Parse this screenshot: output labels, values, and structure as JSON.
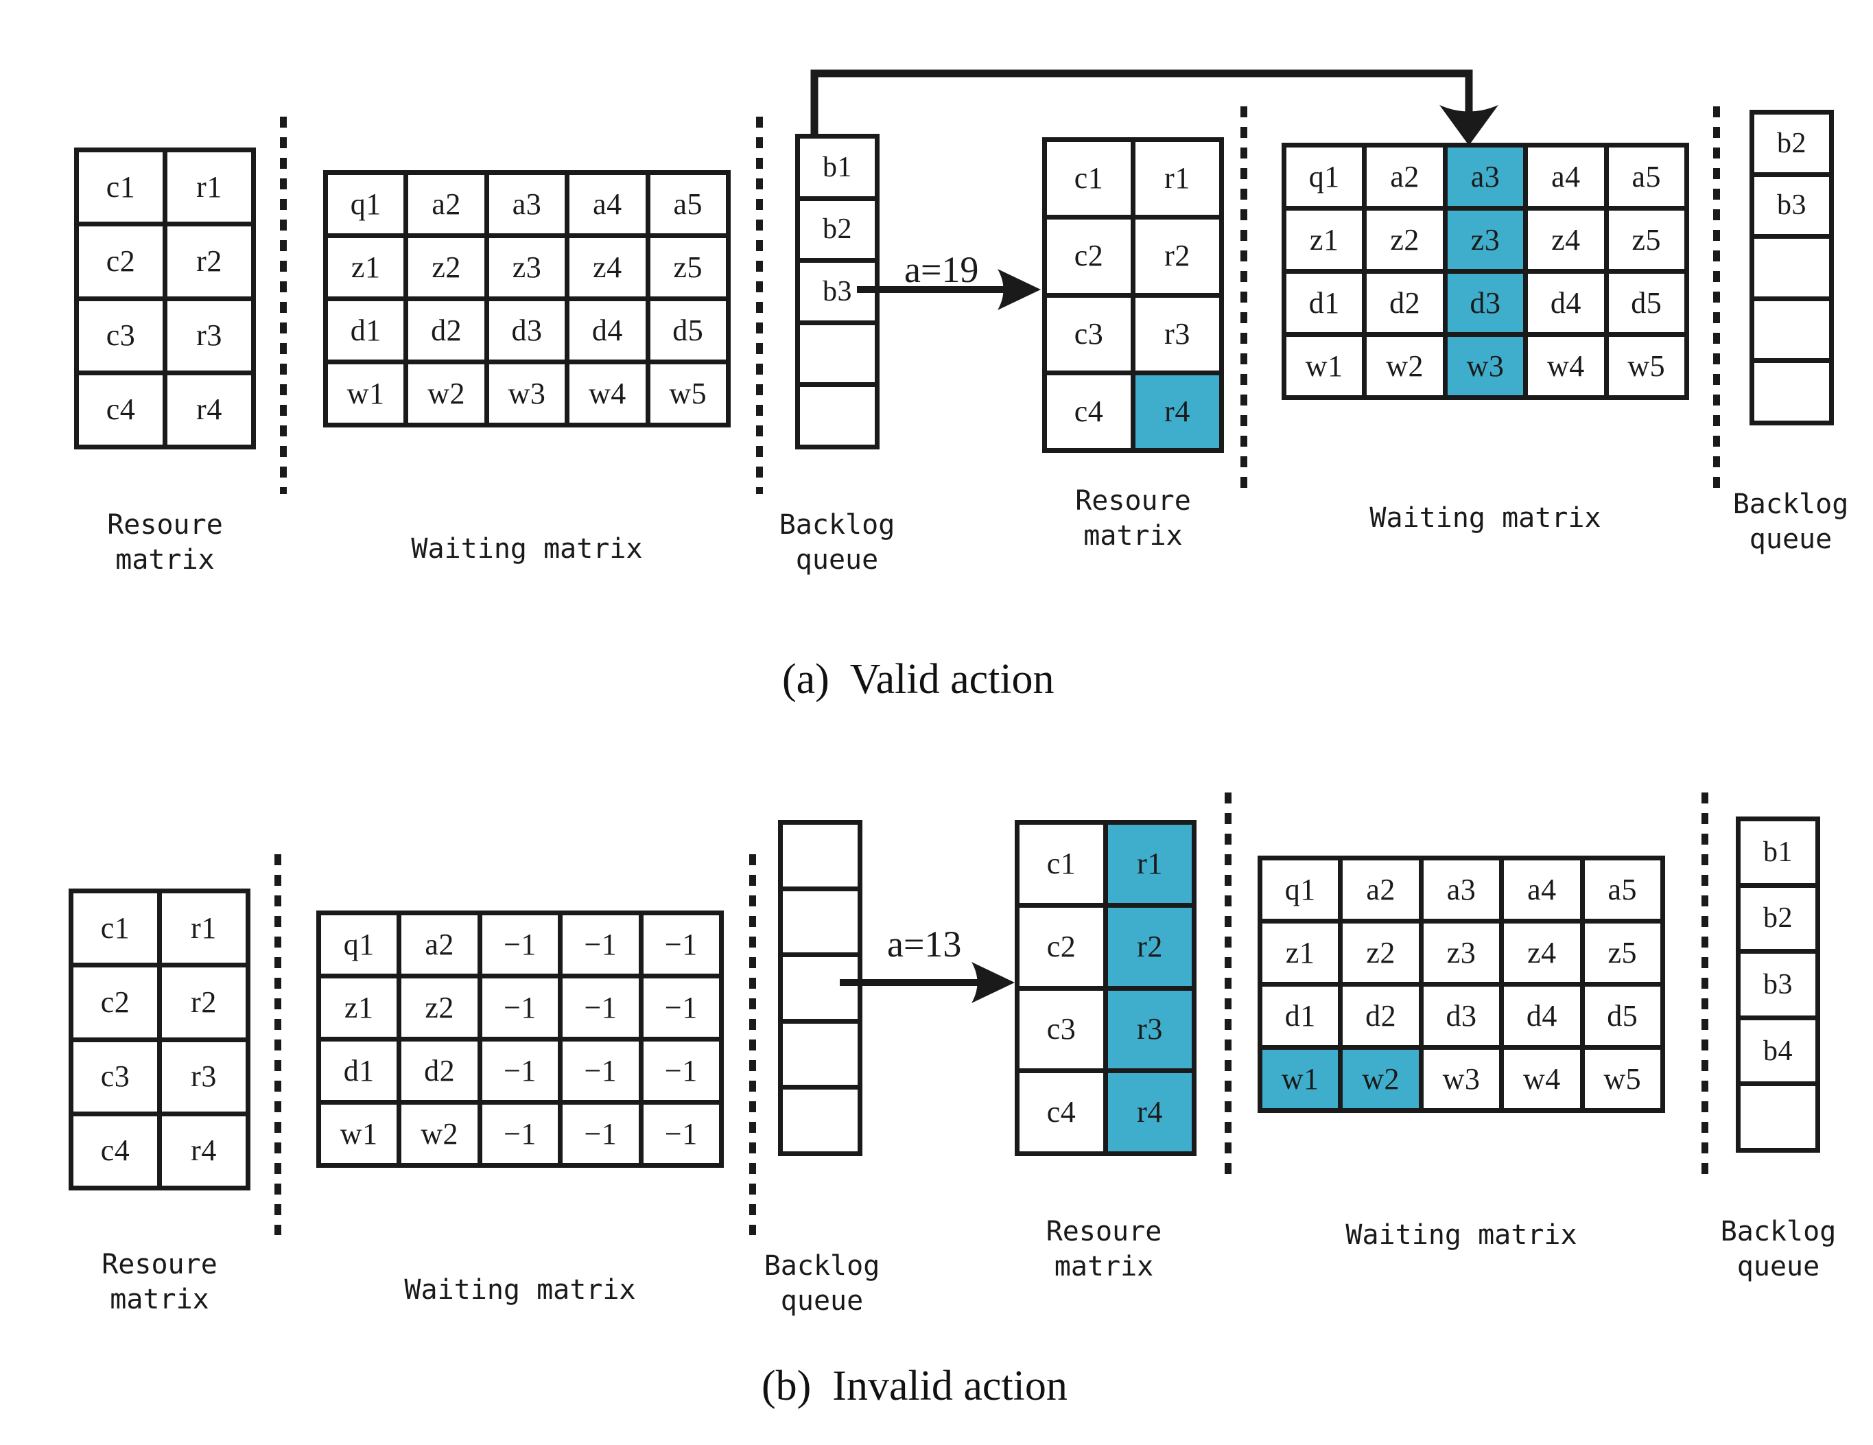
{
  "figure": {
    "panels": [
      {
        "id": "a",
        "caption": "(a)  Valid action",
        "action_label": "a=19",
        "before": {
          "resource_matrix": {
            "label": "Resoure\nmatrix",
            "rows": [
              [
                "c1",
                "r1"
              ],
              [
                "c2",
                "r2"
              ],
              [
                "c3",
                "r3"
              ],
              [
                "c4",
                "r4"
              ]
            ],
            "highlight": []
          },
          "waiting_matrix": {
            "label": "Waiting matrix",
            "rows": [
              [
                "q1",
                "a2",
                "a3",
                "a4",
                "a5"
              ],
              [
                "z1",
                "z2",
                "z3",
                "z4",
                "z5"
              ],
              [
                "d1",
                "d2",
                "d3",
                "d4",
                "d5"
              ],
              [
                "w1",
                "w2",
                "w3",
                "w4",
                "w5"
              ]
            ],
            "highlight": []
          },
          "backlog_queue": {
            "label": "Backlog\nqueue",
            "slots": [
              "b1",
              "b2",
              "b3",
              "",
              ""
            ],
            "highlight": []
          }
        },
        "after": {
          "resource_matrix": {
            "label": "Resoure\nmatrix",
            "rows": [
              [
                "c1",
                "r1"
              ],
              [
                "c2",
                "r2"
              ],
              [
                "c3",
                "r3"
              ],
              [
                "c4",
                "r4"
              ]
            ],
            "highlight": [
              [
                3,
                1
              ]
            ]
          },
          "waiting_matrix": {
            "label": "Waiting matrix",
            "rows": [
              [
                "q1",
                "a2",
                "a3",
                "a4",
                "a5"
              ],
              [
                "z1",
                "z2",
                "z3",
                "z4",
                "z5"
              ],
              [
                "d1",
                "d2",
                "d3",
                "d4",
                "d5"
              ],
              [
                "w1",
                "w2",
                "w3",
                "w4",
                "w5"
              ]
            ],
            "highlight": [
              [
                0,
                2
              ],
              [
                1,
                2
              ],
              [
                2,
                2
              ],
              [
                3,
                2
              ]
            ]
          },
          "backlog_queue": {
            "label": "Backlog\nqueue",
            "slots": [
              "b2",
              "b3",
              "",
              "",
              ""
            ],
            "highlight": []
          }
        }
      },
      {
        "id": "b",
        "caption": "(b)  Invalid action",
        "action_label": "a=13",
        "before": {
          "resource_matrix": {
            "label": "Resoure\nmatrix",
            "rows": [
              [
                "c1",
                "r1"
              ],
              [
                "c2",
                "r2"
              ],
              [
                "c3",
                "r3"
              ],
              [
                "c4",
                "r4"
              ]
            ],
            "highlight": []
          },
          "waiting_matrix": {
            "label": "Waiting matrix",
            "rows": [
              [
                "q1",
                "a2",
                "−1",
                "−1",
                "−1"
              ],
              [
                "z1",
                "z2",
                "−1",
                "−1",
                "−1"
              ],
              [
                "d1",
                "d2",
                "−1",
                "−1",
                "−1"
              ],
              [
                "w1",
                "w2",
                "−1",
                "−1",
                "−1"
              ]
            ],
            "highlight": []
          },
          "backlog_queue": {
            "label": "Backlog\nqueue",
            "slots": [
              "",
              "",
              "",
              "",
              ""
            ],
            "highlight": []
          }
        },
        "after": {
          "resource_matrix": {
            "label": "Resoure\nmatrix",
            "rows": [
              [
                "c1",
                "r1"
              ],
              [
                "c2",
                "r2"
              ],
              [
                "c3",
                "r3"
              ],
              [
                "c4",
                "r4"
              ]
            ],
            "highlight": [
              [
                0,
                1
              ],
              [
                1,
                1
              ],
              [
                2,
                1
              ],
              [
                3,
                1
              ]
            ]
          },
          "waiting_matrix": {
            "label": "Waiting matrix",
            "rows": [
              [
                "q1",
                "a2",
                "a3",
                "a4",
                "a5"
              ],
              [
                "z1",
                "z2",
                "z3",
                "z4",
                "z5"
              ],
              [
                "d1",
                "d2",
                "d3",
                "d4",
                "d5"
              ],
              [
                "w1",
                "w2",
                "w3",
                "w4",
                "w5"
              ]
            ],
            "highlight": [
              [
                3,
                0
              ],
              [
                3,
                1
              ]
            ]
          },
          "backlog_queue": {
            "label": "Backlog\nqueue",
            "slots": [
              "b1",
              "b2",
              "b3",
              "b4",
              ""
            ],
            "highlight": []
          }
        }
      }
    ],
    "colors": {
      "highlight": "#3FAECC",
      "stroke": "#1A1A1A",
      "background": "#FFFFFF"
    }
  }
}
